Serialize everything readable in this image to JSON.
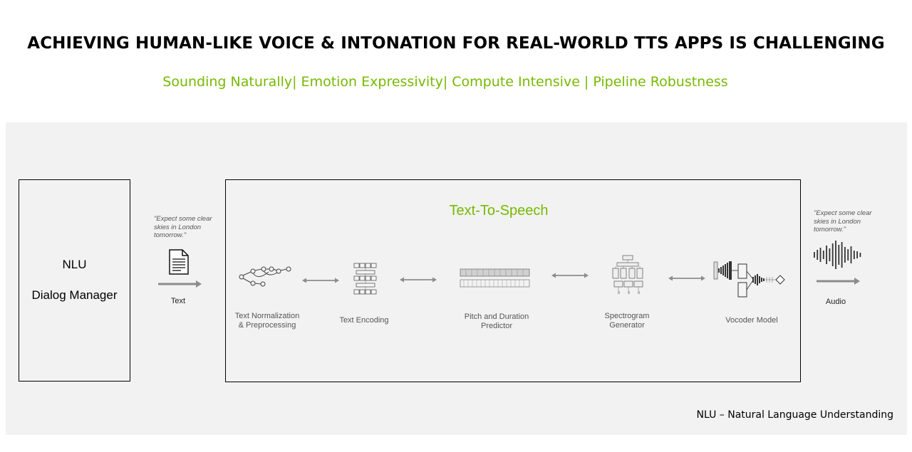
{
  "header": {
    "title": "ACHIEVING HUMAN-LIKE VOICE & INTONATION FOR REAL-WORLD TTS APPS IS CHALLENGING",
    "subtitle": "Sounding Naturally| Emotion Expressivity| Compute Intensive | Pipeline Robustness"
  },
  "nlu": {
    "line1": "NLU",
    "line2": "Dialog Manager"
  },
  "input": {
    "quote": "\"Expect some clear skies in London tomorrow.\"",
    "label": "Text",
    "icon": "document-icon"
  },
  "tts": {
    "title": "Text-To-Speech",
    "stages": [
      {
        "line1": "Text Normalization",
        "line2": "& Preprocessing",
        "icon": "graph-icon"
      },
      {
        "line1": "Text Encoding",
        "line2": "",
        "icon": "encoder-stack-icon"
      },
      {
        "line1": "Pitch and Duration",
        "line2": "Predictor",
        "icon": "predictor-grid-icon"
      },
      {
        "line1": "Spectrogram",
        "line2": "Generator",
        "icon": "network-icon"
      },
      {
        "line1": "Vocoder Model",
        "line2": "",
        "icon": "vocoder-icon"
      }
    ]
  },
  "output": {
    "quote": "\"Expect some clear skies in London tomorrow.\"",
    "label": "Audio",
    "icon": "waveform-icon"
  },
  "footnote": "NLU – Natural Language Understanding",
  "colors": {
    "accent": "#76b900",
    "panel": "#f2f2f2",
    "arrow": "#8c8c8c"
  }
}
